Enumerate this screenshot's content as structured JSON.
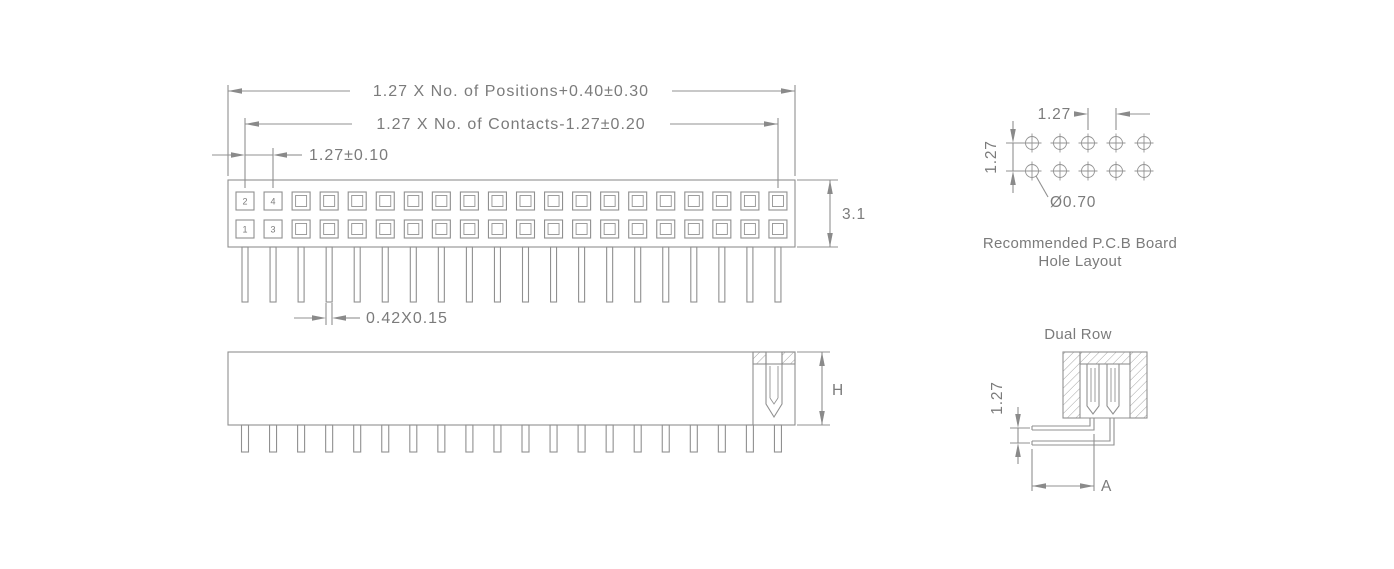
{
  "meta": {
    "drawing_type": "connector dimensional drawing",
    "background_color": "#ffffff",
    "line_color": "#909090",
    "text_color": "#7b7b7b"
  },
  "front_view": {
    "dim_overall": "1.27 X No. of Positions+0.40±0.30",
    "dim_contacts": "1.27 X No. of Contacts-1.27±0.20",
    "dim_pitch": "1.27±0.10",
    "dim_body_height": "3.1",
    "dim_pin_size": "0.42X0.15",
    "pin_numbers": {
      "top_first": "2",
      "top_second": "4",
      "bottom_first": "1",
      "bottom_second": "3"
    }
  },
  "side_view": {
    "dim_height": "H"
  },
  "pcb_layout": {
    "dim_horizontal_pitch": "1.27",
    "dim_vertical_pitch": "1.27",
    "dim_hole_diameter": "Ø0.70",
    "caption_line1": "Recommended P.C.B Board",
    "caption_line2": "Hole Layout"
  },
  "dual_row_view": {
    "title": "Dual Row",
    "dim_row_pitch": "1.27",
    "dim_tail_length": "A"
  }
}
